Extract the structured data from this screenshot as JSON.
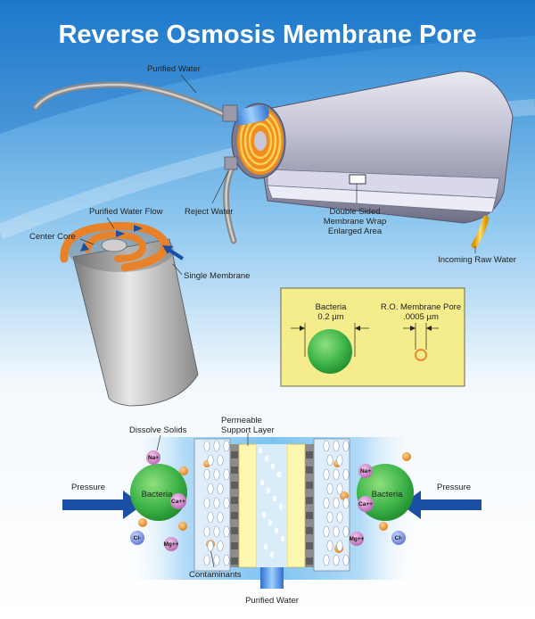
{
  "title": "Reverse Osmosis Membrane Pore",
  "cartridge_labels": {
    "purified_water": "Purified Water",
    "reject_water": "Reject Water",
    "double_sided_line1": "Double Sided",
    "double_sided_line2": "Membrane Wrap",
    "double_sided_line3": "Enlarged Area",
    "incoming_raw_water": "Incoming Raw Water"
  },
  "roll_labels": {
    "purified_water_flow": "Purified Water Flow",
    "center_core": "Center Core",
    "single_membrane": "Single Membrane"
  },
  "size_comparison": {
    "bacteria_label": "Bacteria",
    "bacteria_size": "0.2 µm",
    "pore_label": "R.O. Membrane Pore",
    "pore_size": ".0005 µm"
  },
  "cross_section": {
    "dissolve_solids": "Dissolve Solids",
    "permeable_line1": "Permeable",
    "permeable_line2": "Support Layer",
    "pressure_left": "Pressure",
    "pressure_right": "Pressure",
    "bacteria_left": "Bacteria",
    "bacteria_right": "Bacteria",
    "contaminants": "Contaminants",
    "purified_water": "Purified Water",
    "ions": {
      "na": "Na+",
      "ca": "Ca++",
      "mg": "Mg++",
      "cl": "Cl-"
    }
  },
  "colors": {
    "background_blue": "#2e8fd8",
    "bacteria_green": "#3fb54a",
    "panel_yellow": "#f5ec8c",
    "arrow_blue": "#1b4fa6",
    "contaminant_orange": "#f08a24",
    "membrane_orange": "#e8822a"
  }
}
